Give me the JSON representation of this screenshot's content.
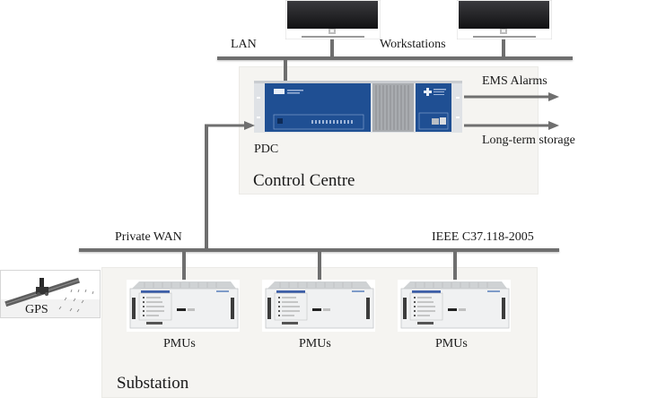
{
  "diagram": {
    "title": "PMU / PDC Wide-Area Monitoring Architecture",
    "buses": {
      "lan": {
        "label": "LAN"
      },
      "wan": {
        "label": "Private WAN",
        "protocol_label": "IEEE C37.118-2005"
      }
    },
    "workstations": {
      "label": "Workstations",
      "count": 2
    },
    "control_centre": {
      "label": "Control Centre",
      "pdc": {
        "label": "PDC"
      },
      "outputs": [
        {
          "label": "EMS Alarms"
        },
        {
          "label": "Long-term storage"
        }
      ]
    },
    "substation": {
      "label": "Substation",
      "pmus": [
        {
          "label": "PMUs"
        },
        {
          "label": "PMUs"
        },
        {
          "label": "PMUs"
        }
      ]
    },
    "gps": {
      "label": "GPS"
    },
    "colors": {
      "line": "#6f6f6f",
      "region_fill": "#f5f4f1",
      "pdc_blue": "#1f4f93",
      "monitor_screen": "#1c1c1e"
    }
  }
}
